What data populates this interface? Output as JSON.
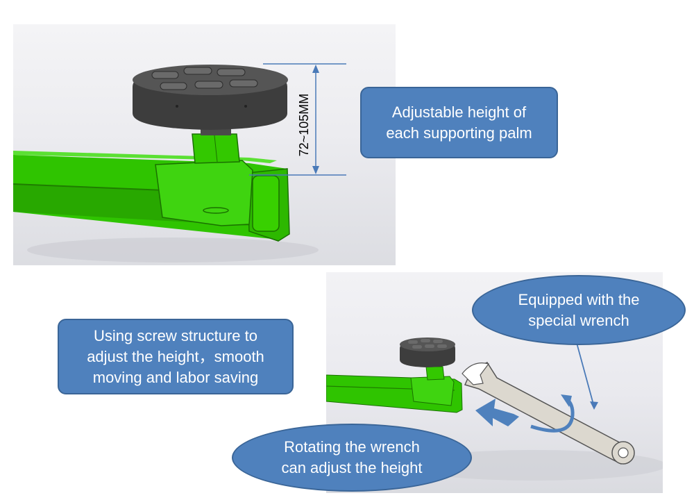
{
  "dimension": {
    "label": "72~105MM"
  },
  "callouts": {
    "height": "Adjustable height of\neach supporting palm",
    "screw": "Using screw structure to\nadjust the height，smooth\nmoving and labor saving",
    "wrench": "Equipped with the\nspecial wrench",
    "rotate": "Rotating the wrench\ncan adjust the height"
  },
  "colors": {
    "callout_fill": "#4f81bd",
    "callout_border": "#3a6597",
    "arm_green": "#33cc00",
    "pad_black": "#3a3a3a",
    "wrench_silver": "#d8d4cc",
    "dimension_line": "#4a7ab8"
  }
}
